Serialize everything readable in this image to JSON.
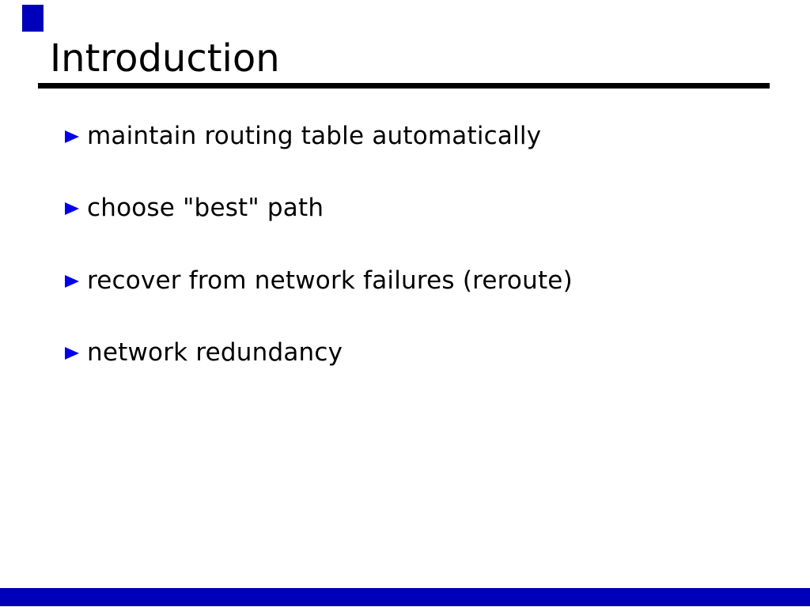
{
  "slide": {
    "title": "Introduction",
    "bullets": [
      "maintain routing table automatically",
      "choose \"best\" path",
      "recover from network failures (reroute)",
      "network redundancy"
    ],
    "colors": {
      "background": "#ffffff",
      "text": "#000000",
      "title_rule": "#000000",
      "bullet_marker": "#0000ee",
      "accent_bar": "#0000bb"
    }
  }
}
